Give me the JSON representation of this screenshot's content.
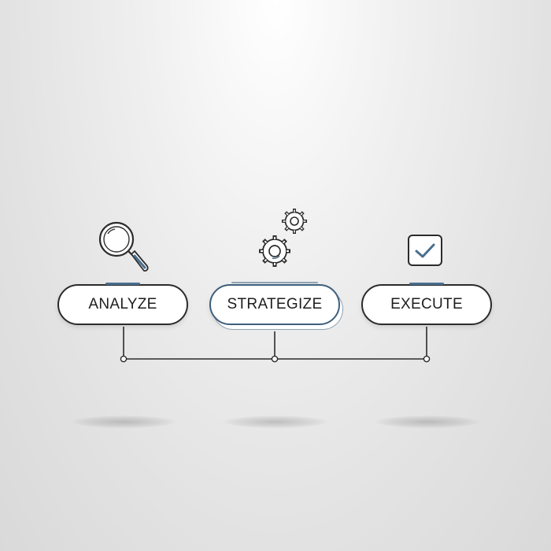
{
  "steps": [
    {
      "id": "analyze",
      "label": "ANALYZE",
      "icon": "magnifying-glass-icon"
    },
    {
      "id": "strategize",
      "label": "STRATEGIZE",
      "icon": "gears-icon"
    },
    {
      "id": "execute",
      "label": "EXECUTE",
      "icon": "checkbox-icon"
    }
  ],
  "colors": {
    "outline": "#2b2b2b",
    "accent": "#4a6f8f",
    "background": "#e6e6e6",
    "pill_fill": "#ffffff"
  }
}
